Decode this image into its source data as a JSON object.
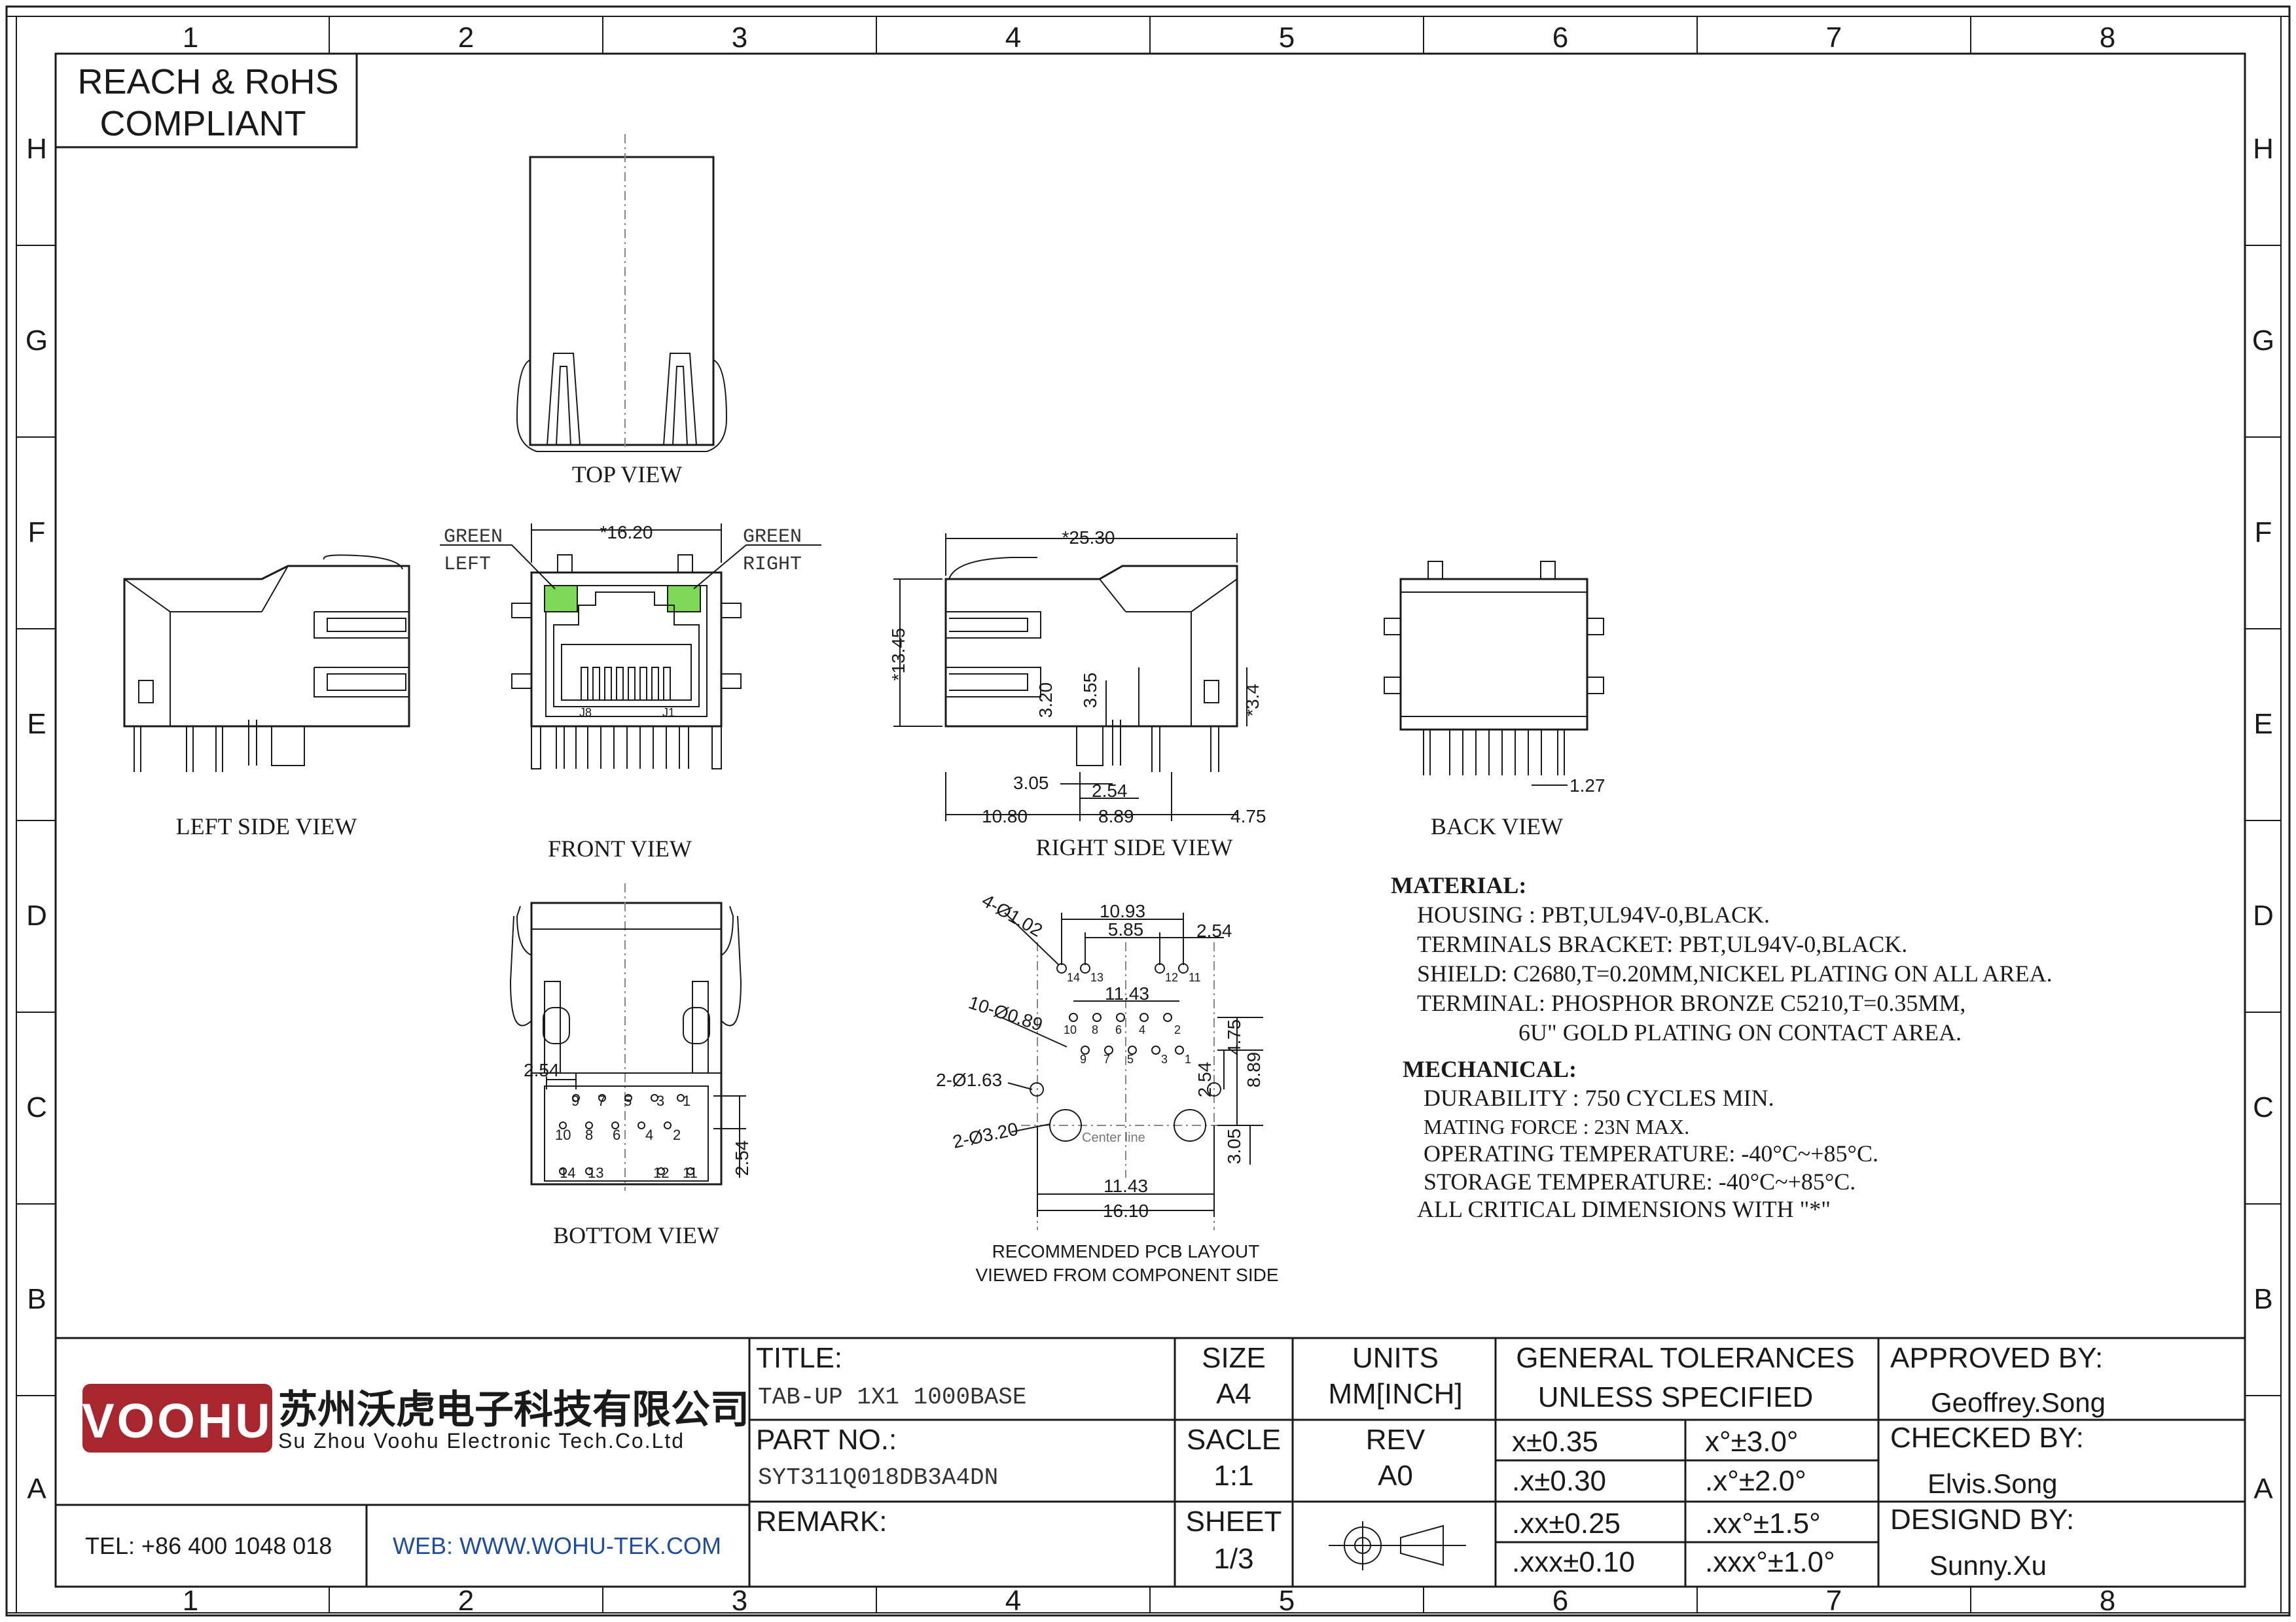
{
  "frame": {
    "columns": [
      "1",
      "2",
      "3",
      "4",
      "5",
      "6",
      "7",
      "8"
    ],
    "rows": [
      "H",
      "G",
      "F",
      "E",
      "D",
      "C",
      "B",
      "A"
    ]
  },
  "compliance": [
    "REACH & RoHS",
    "COMPLIANT"
  ],
  "views": {
    "top": "TOP VIEW",
    "left_side": "LEFT SIDE VIEW",
    "front": "FRONT VIEW",
    "right_side": "RIGHT SIDE VIEW",
    "back": "BACK VIEW",
    "bottom": "BOTTOM VIEW"
  },
  "leds": {
    "left": [
      "GREEN",
      "LEFT"
    ],
    "right": [
      "GREEN",
      "RIGHT"
    ],
    "color": "#7ed957"
  },
  "front_labels": {
    "j8": "J8",
    "j1": "J1"
  },
  "dimensions": {
    "front_width": "*16.20",
    "right_length": "*25.30",
    "right_height": "*13.45",
    "d320": "3.20",
    "d355": "3.55",
    "d34": "*3.4",
    "d305": "3.05",
    "d254a": "2.54",
    "d1080": "10.80",
    "d889": "8.89",
    "d475": "4.75",
    "back_pitch": "1.27",
    "bottom_pitch": "2.54",
    "bottom_pitch_v": "2.54"
  },
  "bottom_pins": {
    "row_top": [
      "9",
      "7",
      "5",
      "3",
      "1"
    ],
    "row_mid": [
      "10",
      "8",
      "6",
      "4",
      "2"
    ],
    "row_low": [
      "14",
      "13",
      "12",
      "11"
    ]
  },
  "pcb": {
    "d1093": "10.93",
    "d585": "5.85",
    "d254": "2.54",
    "hole_102": "4-Ø1.02",
    "hole_089": "10-Ø0.89",
    "hole_163": "2-Ø1.63",
    "hole_320": "2-Ø3.20",
    "d1143a": "11.43",
    "d1143b": "11.43",
    "d1610": "16.10",
    "d475": "4.75",
    "d889": "8.89",
    "d254v": "2.54",
    "d305": "3.05",
    "centerline": "Center line",
    "pins_top": [
      "14",
      "13",
      "12",
      "11"
    ],
    "pins_r1": [
      "10",
      "8",
      "6",
      "4",
      "2"
    ],
    "pins_r2": [
      "9",
      "7",
      "5",
      "3",
      "1"
    ],
    "caption": [
      "RECOMMENDED PCB LAYOUT",
      "VIEWED FROM COMPONENT SIDE"
    ]
  },
  "material": {
    "heading": "MATERIAL:",
    "lines": [
      "HOUSING : PBT,UL94V-0,BLACK.",
      "TERMINALS BRACKET: PBT,UL94V-0,BLACK.",
      "SHIELD: C2680,T=0.20MM,NICKEL PLATING ON ALL AREA.",
      "TERMINAL: PHOSPHOR BRONZE C5210,T=0.35MM,",
      "6U\" GOLD PLATING ON CONTACT AREA."
    ]
  },
  "mechanical": {
    "heading": "MECHANICAL:",
    "lines": [
      "DURABILITY : 750 CYCLES MIN.",
      "MATING FORCE : 23N MAX.",
      "OPERATING TEMPERATURE: -40°C~+85°C.",
      "STORAGE TEMPERATURE: -40°C~+85°C.",
      "ALL CRITICAL DIMENSIONS WITH \"*\""
    ]
  },
  "title_block": {
    "logo": "VOOHU",
    "company_cn": "苏州沃虎电子科技有限公司",
    "company_en": "Su Zhou Voohu Electronic Tech.Co.Ltd",
    "tel": "TEL: +86 400 1048 018",
    "web": "WEB: WWW.WOHU-TEK.COM",
    "title_label": "TITLE:",
    "title_value": "TAB-UP 1X1 1000BASE",
    "part_label": "PART NO.:",
    "part_value": "SYT311Q018DB3A4DN",
    "remark_label": "REMARK:",
    "size_label": "SIZE",
    "size_value": "A4",
    "units_label": "UNITS",
    "units_value": "MM[INCH]",
    "scale_label": "SACLE",
    "scale_value": "1:1",
    "rev_label": "REV",
    "rev_value": "A0",
    "sheet_label": "SHEET",
    "sheet_value": "1/3",
    "tol_heading_1": "GENERAL TOLERANCES",
    "tol_heading_2": "UNLESS SPECIFIED",
    "tolerances": [
      [
        "x±0.35",
        "x°±3.0°"
      ],
      [
        ".x±0.30",
        ".x°±2.0°"
      ],
      [
        ".xx±0.25",
        ".xx°±1.5°"
      ],
      [
        ".xxx±0.10",
        ".xxx°±1.0°"
      ]
    ],
    "approved_label": "APPROVED BY:",
    "approved_value": "Geoffrey.Song",
    "checked_label": "CHECKED BY:",
    "checked_value": "Elvis.Song",
    "design_label": "DESIGND BY:",
    "design_value": "Sunny.Xu",
    "logo_color": "#a8262d"
  }
}
